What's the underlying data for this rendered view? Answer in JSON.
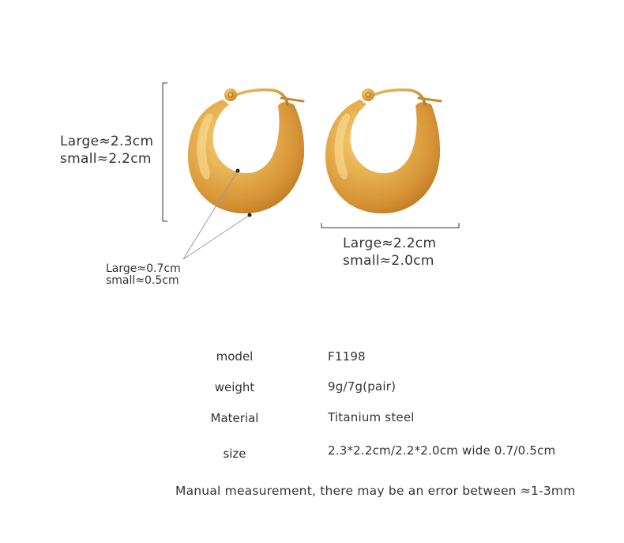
{
  "dimensions": {
    "height": {
      "large": "Large≈2.3cm",
      "small": "small≈2.2cm"
    },
    "width": {
      "large": "Large≈2.2cm",
      "small": "small≈2.0cm"
    },
    "thickness": {
      "large": "Large≈0.7cm",
      "small": "small≈0.5cm"
    }
  },
  "specs": [
    {
      "label": "model",
      "value": "F1198"
    },
    {
      "label": "weight",
      "value": "9g/7g(pair)"
    },
    {
      "label": "Material",
      "value": "Titanium steel"
    },
    {
      "label": "size",
      "value": "2.3*2.2cm/2.2*2.0cm wide 0.7/0.5cm"
    }
  ],
  "note": "Manual measurement, there may be an error between ≈1-3mm",
  "colors": {
    "gold_light": "#f2c766",
    "gold_mid": "#dea13d",
    "gold_dark": "#b8741e",
    "text": "#333333"
  }
}
